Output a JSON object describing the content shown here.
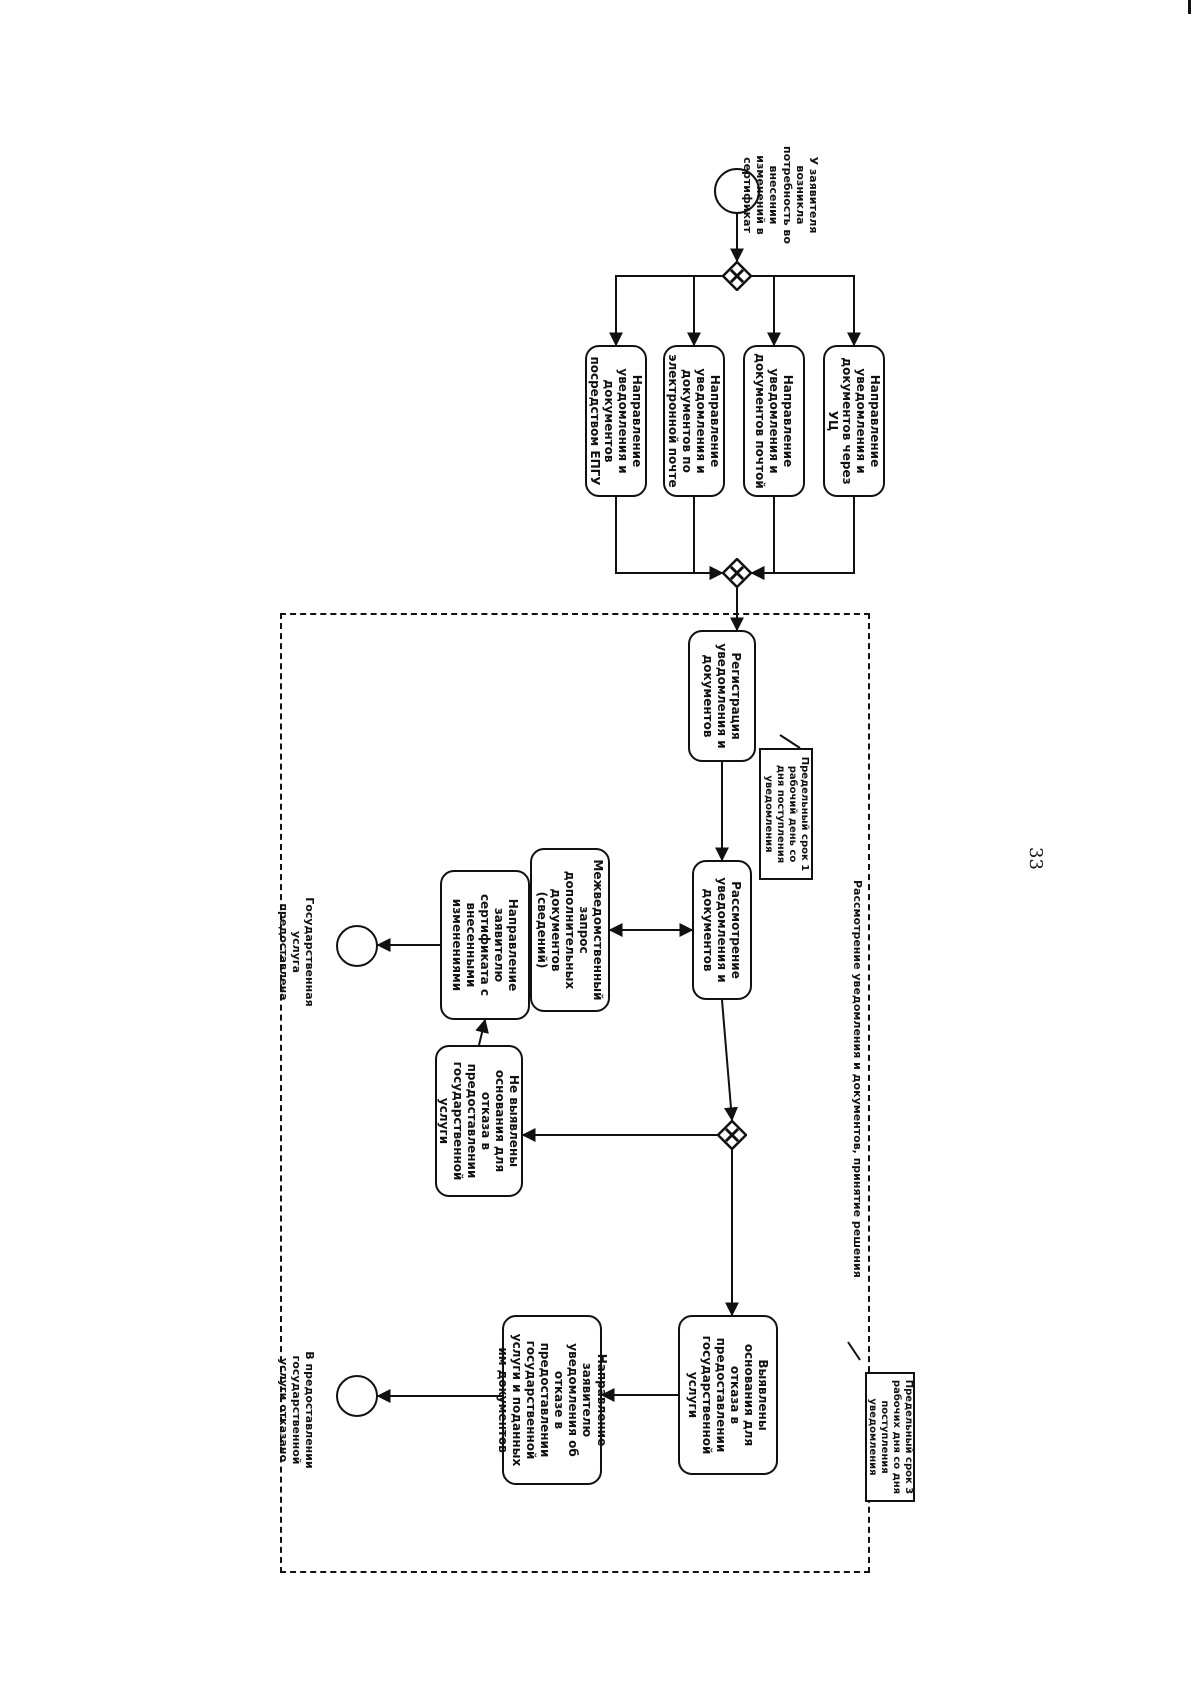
{
  "page_number": "33",
  "lane_title": "Рассмотрение уведомления и документов, принятие решения",
  "start_note": "У заявителя возникла потребность во внесении изменений в сертификат",
  "deadline_note_1": "Предельный срок 1 рабочий день со дня поступления уведомления",
  "deadline_note_2": "Предельный срок 3 рабочих дня со дня поступления уведомления",
  "channels": [
    "Направление уведомления и документов через УЦ",
    "Направление уведомления и документов почтой",
    "Направление уведомления и документов по электронной почте",
    "Направление уведомления и документов посредством ЕПГУ"
  ],
  "steps": {
    "registration": "Регистрация уведомления и документов",
    "review": "Рассмотрение уведомления и документов",
    "interagency": "Межведомственный запрос дополнительных документов (сведений)",
    "no_grounds": "Не выявлены основания для отказа в предоставлении государственной услуги",
    "send_certificate": "Направление заявителю сертификата с внесенными изменениями",
    "grounds_found": "Выявлены основания для отказа в предоставлении государственной услуги",
    "send_refusal": "Направление заявителю уведомления об отказе в предоставлении государственной услуги и поданных им документов"
  },
  "end_labels": {
    "provided": "Государственная услуга предоставлена",
    "refused": "В предоставлении государственной услуги отказано"
  }
}
